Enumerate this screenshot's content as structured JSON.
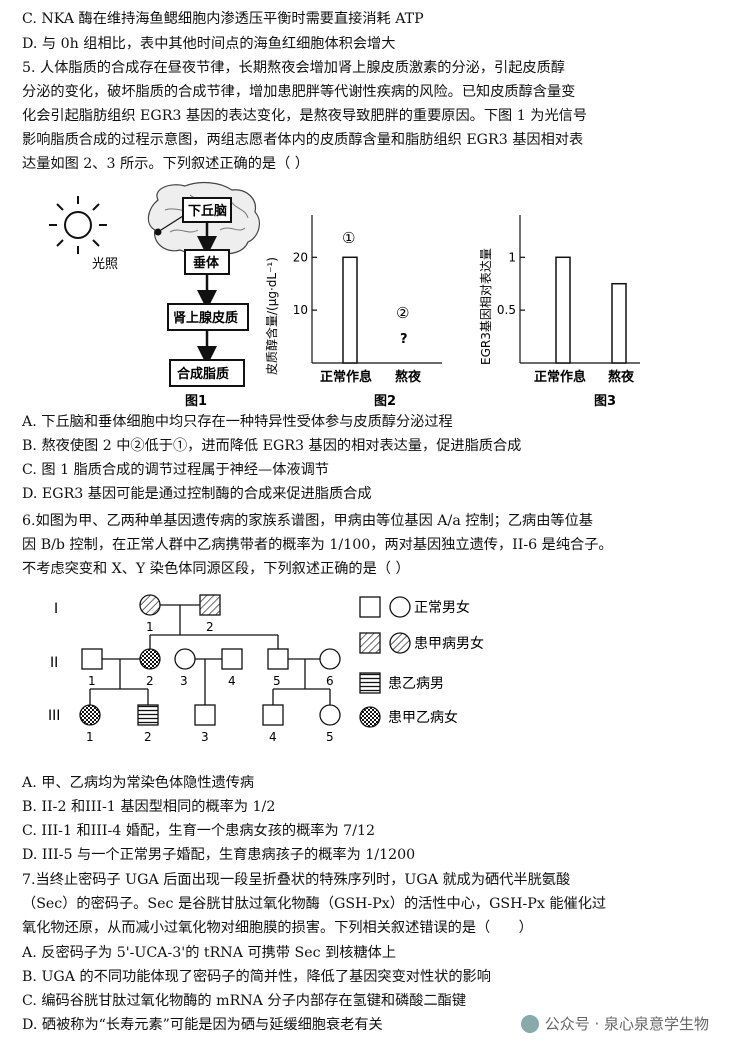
{
  "q4": {
    "optC": "C. NKA 酶在维持海鱼鳃细胞内渗透压平衡时需要直接消耗 ATP",
    "optD": "D. 与 0h 组相比，表中其他时间点的海鱼红细胞体积会增大"
  },
  "q5": {
    "stem": [
      "5. 人体脂质的合成存在昼夜节律，长期熬夜会增加肾上腺皮质激素的分泌，引起皮质醇",
      "分泌的变化，破坏脂质的合成节律，增加患肥胖等代谢性疾病的风险。已知皮质醇含量变",
      "化会引起脂肪组织 EGR3 基因的表达变化，是熬夜导致肥胖的重要原因。下图 1 为光信号",
      "影响脂质合成的过程示意图，两组志愿者体内的皮质醇含量和脂肪组织 EGR3 基因相对表",
      "达量如图 2、3 所示。下列叙述正确的是（ ）"
    ],
    "fig1": {
      "light": "光照",
      "hypothalamus": "下丘脑",
      "pituitary": "垂体",
      "adrenal": "肾上腺皮质",
      "lipid": "合成脂质",
      "caption": "图1"
    },
    "fig2": {
      "caption": "图2",
      "marker1": "①",
      "marker2": "②",
      "unknown": "?"
    },
    "fig3": {
      "caption": "图3"
    },
    "options": [
      "A. 下丘脑和垂体细胞中均只存在一种特异性受体参与皮质醇分泌过程",
      "B. 熬夜使图 2 中②低于①，进而降低 EGR3 基因的相对表达量，促进脂质合成",
      "C. 图 1 脂质合成的调节过程属于神经—体液调节",
      "D. EGR3 基因可能是通过控制酶的合成来促进脂质合成"
    ]
  },
  "chart_data": [
    {
      "type": "bar",
      "categories": [
        "正常作息",
        "熬夜"
      ],
      "values": [
        20,
        null
      ],
      "ylabel": "皮质醇含量/(μg·dL⁻¹)",
      "yticks": [
        10,
        20
      ],
      "ylim": [
        0,
        28
      ]
    },
    {
      "type": "bar",
      "categories": [
        "正常作息",
        "熬夜"
      ],
      "values": [
        1,
        0.75
      ],
      "ylabel": "EGR3基因相对表达量",
      "yticks": [
        0.5,
        1
      ],
      "ylim": [
        0,
        1.4
      ]
    }
  ],
  "q6": {
    "stem": [
      "6.如图为甲、乙两种单基因遗传病的家族系谱图，甲病由等位基因 A/a 控制；乙病由等位基",
      "因 B/b 控制，在正常人群中乙病携带者的概率为 1/100，两对基因独立遗传，II-6 是纯合子。",
      "不考虑突变和 X、Y 染色体同源区段，下列叙述正确的是（ ）"
    ],
    "generations": [
      "I",
      "II",
      "III"
    ],
    "legend": {
      "normal": "正常男女",
      "disease_a": "患甲病男女",
      "disease_b": "患乙病男",
      "both": "患甲乙病女"
    },
    "individual_numbers": {
      "g1": [
        "1",
        "2"
      ],
      "g2": [
        "1",
        "2",
        "3",
        "4",
        "5",
        "6"
      ],
      "g3": [
        "1",
        "2",
        "3",
        "4",
        "5"
      ]
    },
    "options": [
      "A. 甲、乙病均为常染色体隐性遗传病",
      "B. II-2 和III-1 基因型相同的概率为 1/2",
      "C. III-1 和III-4 婚配，生育一个患病女孩的概率为 7/12",
      "D. III-5 与一个正常男子婚配，生育患病孩子的概率为 1/1200"
    ]
  },
  "q7": {
    "stem": [
      "7.当终止密码子 UGA 后面出现一段呈折叠状的特殊序列时，UGA 就成为硒代半胱氨酸",
      "（Sec）的密码子。Sec 是谷胱甘肽过氧化物酶（GSH-Px）的活性中心，GSH-Px 能催化过",
      "氧化物还原，从而减小过氧化物对细胞膜的损害。下列相关叙述错误的是（　　）"
    ],
    "options": [
      "A. 反密码子为 5'-UCA-3'的 tRNA 可携带 Sec 到核糖体上",
      "B. UGA 的不同功能体现了密码子的简并性，降低了基因突变对性状的影响",
      "C. 编码谷胱甘肽过氧化物酶的 mRNA 分子内部存在氢键和磷酸二酯键",
      "D. 硒被称为“长寿元素”可能是因为硒与延缓细胞衰老有关"
    ]
  },
  "watermark": "公众号 · 泉心泉意学生物"
}
